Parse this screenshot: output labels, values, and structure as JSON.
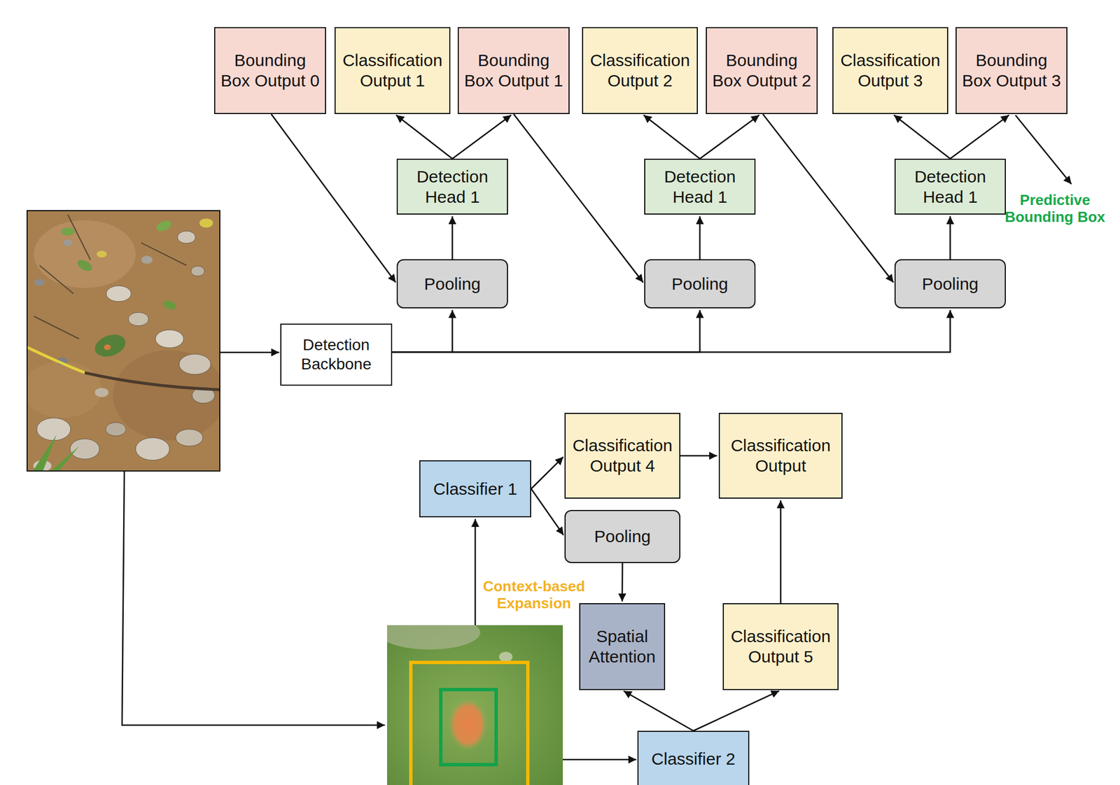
{
  "diagram": {
    "nodes": [
      {
        "text": [
          "Bounding Box Output 0"
        ]
      },
      {
        "text": [
          "Classification Output 1"
        ]
      },
      {
        "text": [
          "Bounding Box Output 1"
        ]
      },
      {
        "text": [
          "Classification Output 2"
        ]
      },
      {
        "text": [
          "Bounding Box Output 2"
        ]
      },
      {
        "text": [
          "Classification Output 3"
        ]
      },
      {
        "text": [
          "Bounding Box Output 3"
        ]
      },
      {
        "text": [
          "Detection Head 1"
        ]
      },
      {
        "text": [
          "Detection Head 1"
        ]
      },
      {
        "text": [
          "Detection Head 1"
        ]
      },
      {
        "text": [
          "Pooling"
        ]
      },
      {
        "text": [
          "Pooling"
        ]
      },
      {
        "text": [
          "Pooling"
        ]
      },
      {
        "text": [
          "Detection Backbone"
        ]
      },
      {
        "text": [
          "Classifier 1"
        ]
      },
      {
        "text": [
          "Classification Output 4"
        ]
      },
      {
        "text": [
          "Classification Output"
        ]
      },
      {
        "text": [
          "Pooling"
        ]
      },
      {
        "text": [
          "Spatial Attention"
        ]
      },
      {
        "text": [
          "Classification Output 5"
        ]
      },
      {
        "text": [
          "Classifier 2"
        ]
      }
    ],
    "edges": [
      {
        "from": 0,
        "to": 10,
        "arrow": "to"
      },
      {
        "from": 13,
        "to": 10,
        "arrow": "to"
      },
      {
        "from": 13,
        "to": 11,
        "arrow": "to"
      },
      {
        "from": 13,
        "to": 12,
        "arrow": "to"
      },
      {
        "from": 10,
        "to": 7,
        "arrow": "to"
      },
      {
        "from": 7,
        "to": 1,
        "arrow": "to"
      },
      {
        "from": 7,
        "to": 2,
        "arrow": "to"
      },
      {
        "from": 2,
        "to": 11,
        "arrow": "to"
      },
      {
        "from": 11,
        "to": 8,
        "arrow": "to"
      },
      {
        "from": 8,
        "to": 3,
        "arrow": "to"
      },
      {
        "from": 8,
        "to": 4,
        "arrow": "to"
      },
      {
        "from": 4,
        "to": 12,
        "arrow": "to"
      },
      {
        "from": 12,
        "to": 9,
        "arrow": "to"
      },
      {
        "from": 9,
        "to": 5,
        "arrow": "to"
      },
      {
        "from": 9,
        "to": 6,
        "arrow": "to"
      },
      {
        "from": 14,
        "to": 15,
        "arrow": "to"
      },
      {
        "from": 14,
        "to": 17,
        "arrow": "to"
      },
      {
        "from": 15,
        "to": 16,
        "arrow": "to"
      },
      {
        "from": 17,
        "to": 18,
        "arrow": "to"
      },
      {
        "from": 20,
        "to": 18,
        "arrow": "to"
      },
      {
        "from": 20,
        "to": 19,
        "arrow": "to"
      },
      {
        "from": 19,
        "to": 16,
        "arrow": "to"
      }
    ],
    "labels": [
      "Predictive Bounding Box",
      "Context-based Expansion"
    ]
  }
}
